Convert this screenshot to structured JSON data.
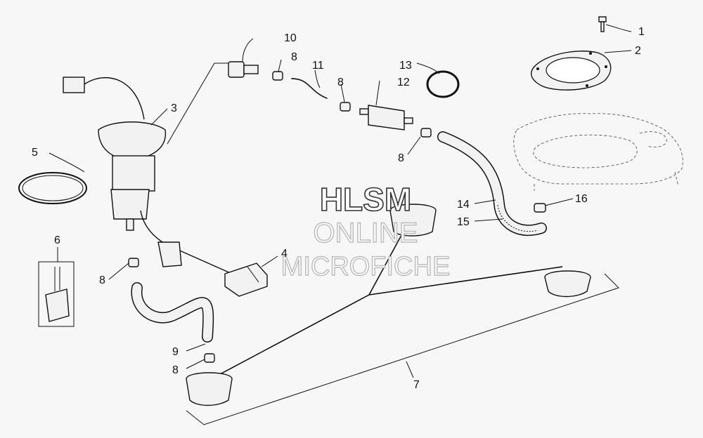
{
  "watermark": {
    "line1": "HLSM",
    "line2": "ONLINE",
    "line3": "MICROFICHE"
  },
  "callouts": [
    {
      "id": "c1",
      "label": "1"
    },
    {
      "id": "c2",
      "label": "2"
    },
    {
      "id": "c3",
      "label": "3"
    },
    {
      "id": "c4",
      "label": "4"
    },
    {
      "id": "c5",
      "label": "5"
    },
    {
      "id": "c6",
      "label": "6"
    },
    {
      "id": "c7",
      "label": "7"
    },
    {
      "id": "c8a",
      "label": "8"
    },
    {
      "id": "c8b",
      "label": "8"
    },
    {
      "id": "c8c",
      "label": "8"
    },
    {
      "id": "c8d",
      "label": "8"
    },
    {
      "id": "c8e",
      "label": "8"
    },
    {
      "id": "c9",
      "label": "9"
    },
    {
      "id": "c10",
      "label": "10"
    },
    {
      "id": "c11",
      "label": "11"
    },
    {
      "id": "c12",
      "label": "12"
    },
    {
      "id": "c13",
      "label": "13"
    },
    {
      "id": "c14",
      "label": "14"
    },
    {
      "id": "c15",
      "label": "15"
    },
    {
      "id": "c16",
      "label": "16"
    }
  ],
  "colors": {
    "line": "#111111",
    "background": "#f7f7f7",
    "part_fill": "#f2f2f2"
  }
}
